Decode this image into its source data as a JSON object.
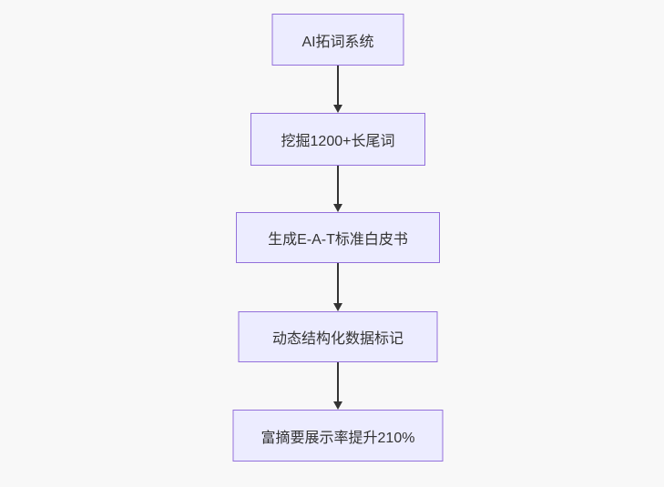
{
  "diagram": {
    "type": "flowchart",
    "direction": "top-down",
    "nodes": [
      {
        "id": "A",
        "label": "AI拓词系统"
      },
      {
        "id": "B",
        "label": "挖掘1200+长尾词"
      },
      {
        "id": "C",
        "label": "生成E-A-T标准白皮书"
      },
      {
        "id": "D",
        "label": "动态结构化数据标记"
      },
      {
        "id": "E",
        "label": "富摘要展示率提升210%"
      }
    ],
    "edges": [
      {
        "from": "A",
        "to": "B"
      },
      {
        "from": "B",
        "to": "C"
      },
      {
        "from": "C",
        "to": "D"
      },
      {
        "from": "D",
        "to": "E"
      }
    ],
    "colors": {
      "node_fill": "#ECECFF",
      "node_border": "#9370DB",
      "edge_line": "#333333",
      "text": "#333333",
      "background": "#F8F8F8"
    }
  }
}
